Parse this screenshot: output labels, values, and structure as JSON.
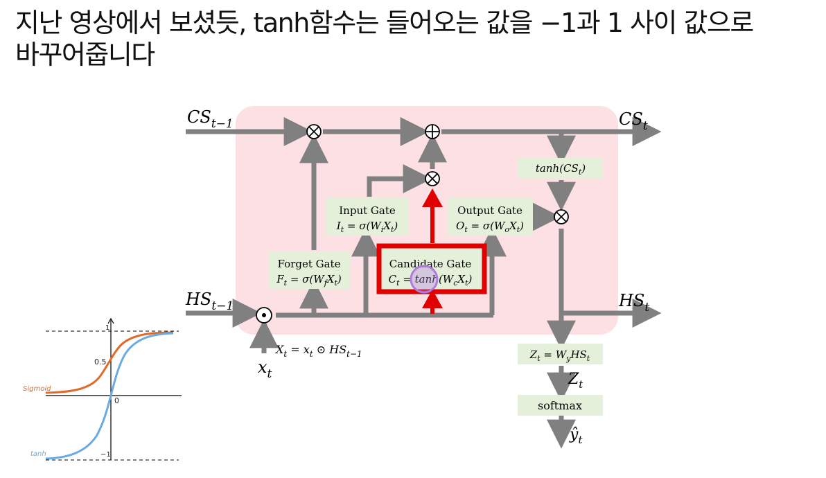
{
  "caption": {
    "line1": "지난 영상에서 보셨듯, tanh함수는 들어오는 값을 −1과 1 사이 값으로",
    "line2": "바꾸어줍니다"
  },
  "diagram": {
    "labels": {
      "cs_prev": "CS",
      "cs_prev_sub": "t−1",
      "cs_next": "CS",
      "cs_next_sub": "t",
      "hs_prev": "HS",
      "hs_prev_sub": "t−1",
      "hs_next": "HS",
      "hs_next_sub": "t",
      "x_in": "x",
      "x_in_sub": "t",
      "x_eq": "X",
      "x_eq_sub": "t",
      "x_eq_rest": " = x",
      "x_eq_rest_sub": "t",
      "x_eq_tail": " ⊙ HS",
      "x_eq_tail_sub": "t−1",
      "z_out": "Z",
      "z_out_sub": "t",
      "y_out": "ŷ",
      "y_out_sub": "t"
    },
    "operators": {
      "mult": "⊗",
      "add": "⊕",
      "elementwise": "⊙"
    },
    "gates": {
      "forget": {
        "title": "Forget Gate",
        "formula": "F_t = σ(W_f X_t)"
      },
      "input": {
        "title": "Input Gate",
        "formula": "I_t = σ(W_i X_t)"
      },
      "candidate": {
        "title": "Candidate Gate",
        "formula": "C_t = tanh(W_c X_t)"
      },
      "output": {
        "title": "Output Gate",
        "formula": "O_t = σ(W_o X_t)"
      },
      "tanh_cs": {
        "formula": "tanh(CS_t)"
      },
      "z_box": {
        "formula": "Z_t = W_y HS_t"
      },
      "softmax": {
        "title": "softmax"
      }
    },
    "colors": {
      "cell_bg": "#fde0e4",
      "box_bg": "#e5f0da",
      "arrow": "#7f7f7f",
      "highlight": "#e00000",
      "marker": "#b07ae0"
    }
  },
  "activation_plot": {
    "series": [
      {
        "name": "Sigmoid",
        "color": "#e06a2a"
      },
      {
        "name": "tanh",
        "color": "#6aaae0"
      }
    ],
    "ticks": {
      "one": "1",
      "half": "0.5",
      "zero": "0",
      "neg_one": "−1"
    }
  }
}
